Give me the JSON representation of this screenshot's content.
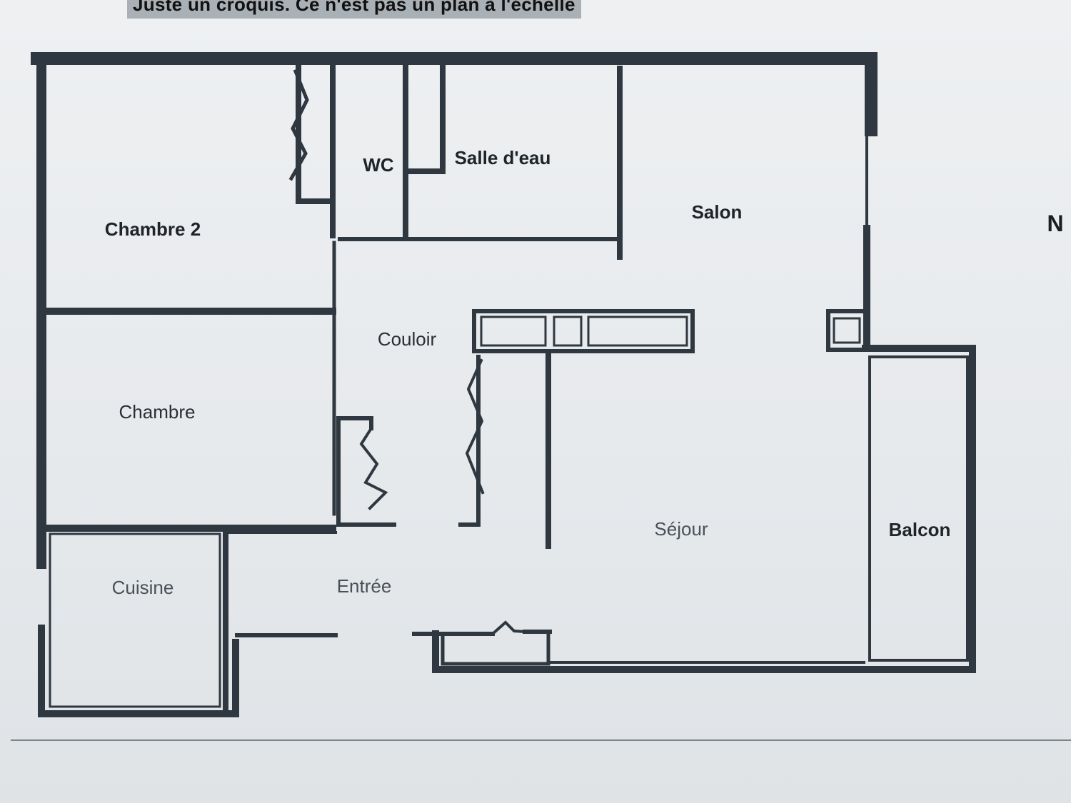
{
  "caption": "Juste un croquis. Ce n'est pas un plan à l'échelle",
  "compass": "N",
  "rooms": {
    "chambre2": "Chambre 2",
    "chambre": "Chambre",
    "cuisine": "Cuisine",
    "wc": "WC",
    "salle_eau": "Salle d'eau",
    "couloir": "Couloir",
    "entree": "Entrée",
    "salon": "Salon",
    "sejour": "Séjour",
    "balcon": "Balcon"
  },
  "colors": {
    "wall": "#2f3740",
    "background": "#e9ecef"
  }
}
